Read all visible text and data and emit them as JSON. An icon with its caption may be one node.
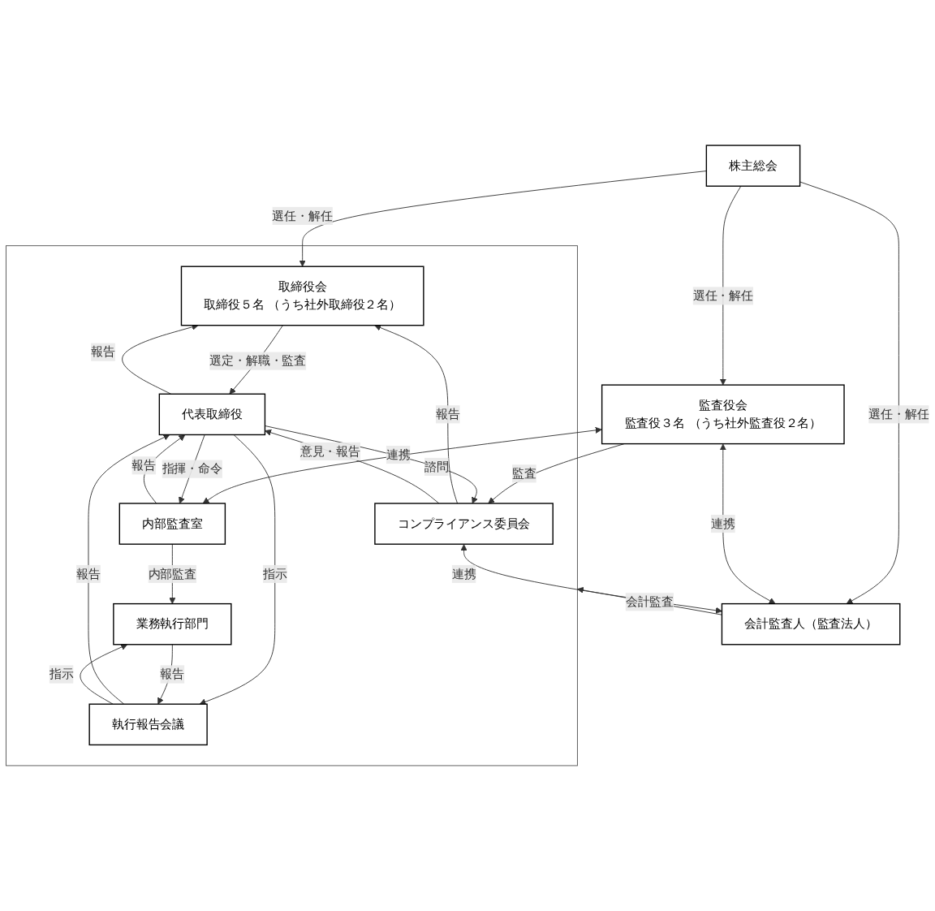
{
  "diagram": {
    "nodes": [
      {
        "text": [
          "株主総会"
        ]
      },
      {
        "text": [],
        "shape": "box"
      },
      {
        "text": [
          "取締役会",
          "取締役５名 （うち社外取締役２名）"
        ],
        "in": 1
      },
      {
        "text": [
          "コンプライアンス委員会"
        ],
        "in": 1
      },
      {
        "text": [
          "監査役会",
          "監査役３名 （うち社外監査役２名）"
        ]
      },
      {
        "text": [
          "代表取締役"
        ],
        "in": 1
      },
      {
        "text": [
          "内部監査室"
        ],
        "in": 1
      },
      {
        "text": [
          "執行報告会議"
        ],
        "in": 1
      },
      {
        "text": [
          "業務執行部門"
        ],
        "in": 1
      },
      {
        "text": [
          "会計監査人（監査法人）"
        ]
      }
    ],
    "edges": [
      {
        "from": 0,
        "to": 2,
        "arrow": "to",
        "label": "選任・解任"
      },
      {
        "from": 0,
        "to": 4,
        "arrow": "to",
        "label": "選任・解任"
      },
      {
        "from": 0,
        "to": 9,
        "arrow": "to",
        "label": "選任・解任"
      },
      {
        "from": 3,
        "to": 2,
        "arrow": "to",
        "label": "報告"
      },
      {
        "from": 4,
        "to": 3,
        "arrow": "to",
        "label": "監査"
      },
      {
        "from": 2,
        "to": 5,
        "arrow": "to",
        "label": "選定・解職・監査"
      },
      {
        "from": 5,
        "to": 2,
        "arrow": "to",
        "label": "報告"
      },
      {
        "from": 5,
        "to": 3,
        "arrow": "to",
        "label": "諮問"
      },
      {
        "from": 3,
        "to": 5,
        "arrow": "to",
        "label": "意見・報告"
      },
      {
        "from": 4,
        "to": 6,
        "arrow": "both",
        "label": "連携"
      },
      {
        "from": 3,
        "to": 9,
        "arrow": "both",
        "label": "連携"
      },
      {
        "from": 4,
        "to": 9,
        "arrow": "both",
        "label": "連携"
      },
      {
        "from": 5,
        "to": 6,
        "arrow": "to",
        "label": "指揮・命令"
      },
      {
        "from": 6,
        "to": 5,
        "arrow": "to",
        "label": "報告"
      },
      {
        "from": 5,
        "to": 7,
        "arrow": "to",
        "label": "指示"
      },
      {
        "from": 7,
        "to": 5,
        "arrow": "to",
        "label": "報告"
      },
      {
        "from": 7,
        "to": 8,
        "arrow": "to",
        "label": "指示"
      },
      {
        "from": 8,
        "to": 7,
        "arrow": "to",
        "label": "報告"
      },
      {
        "from": 6,
        "to": 8,
        "arrow": "to",
        "label": "内部監査"
      },
      {
        "from": 9,
        "to": 1,
        "arrow": "to",
        "label": "会計監査"
      }
    ]
  }
}
